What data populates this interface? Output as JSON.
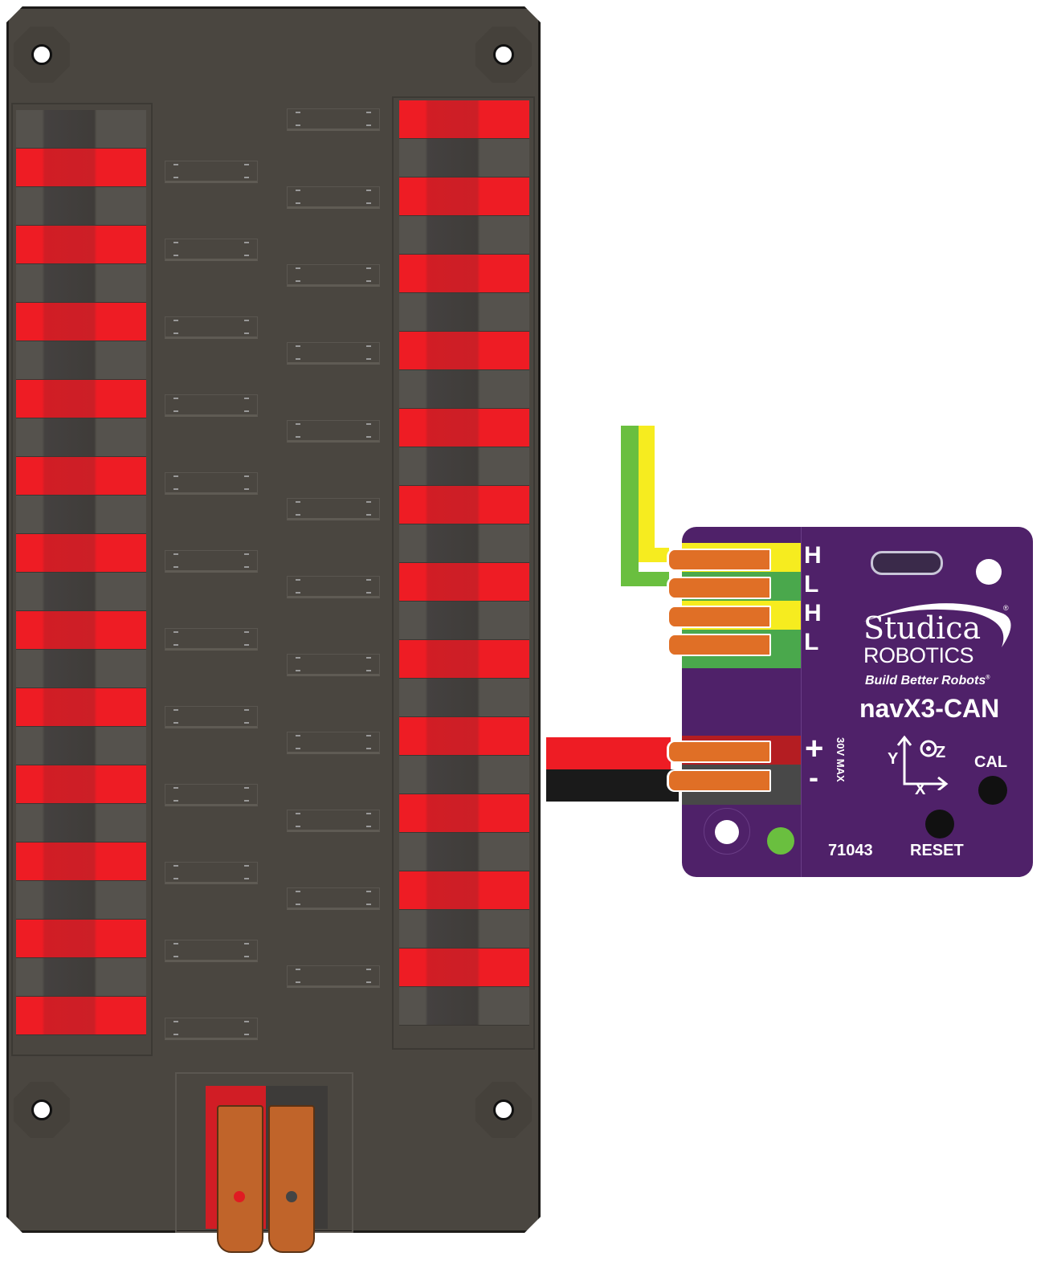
{
  "can_labels": [
    "H",
    "L",
    "H",
    "L"
  ],
  "power_labels": {
    "plus": "+",
    "minus": "-",
    "max_voltage": "30V MAX"
  },
  "logo": {
    "brand": "Studica",
    "sub": "ROBOTICS",
    "tagline": "Build Better Robots",
    "registered": "®"
  },
  "product_name": "navX3-CAN",
  "axes": {
    "x": "X",
    "y": "Y",
    "z": "Z"
  },
  "buttons": {
    "cal": "CAL",
    "reset": "RESET"
  },
  "part_number": "71043",
  "colors": {
    "board": "#4a4640",
    "red": "#ee1c24",
    "purple": "#4f2169",
    "orange": "#e06f26",
    "can_high": "#f6ec1f",
    "can_low": "#5dbb46",
    "status_led": "#6abf3f"
  },
  "pdh": {
    "left_rows": 24,
    "right_rows": 24,
    "slots_per_column": 12
  }
}
